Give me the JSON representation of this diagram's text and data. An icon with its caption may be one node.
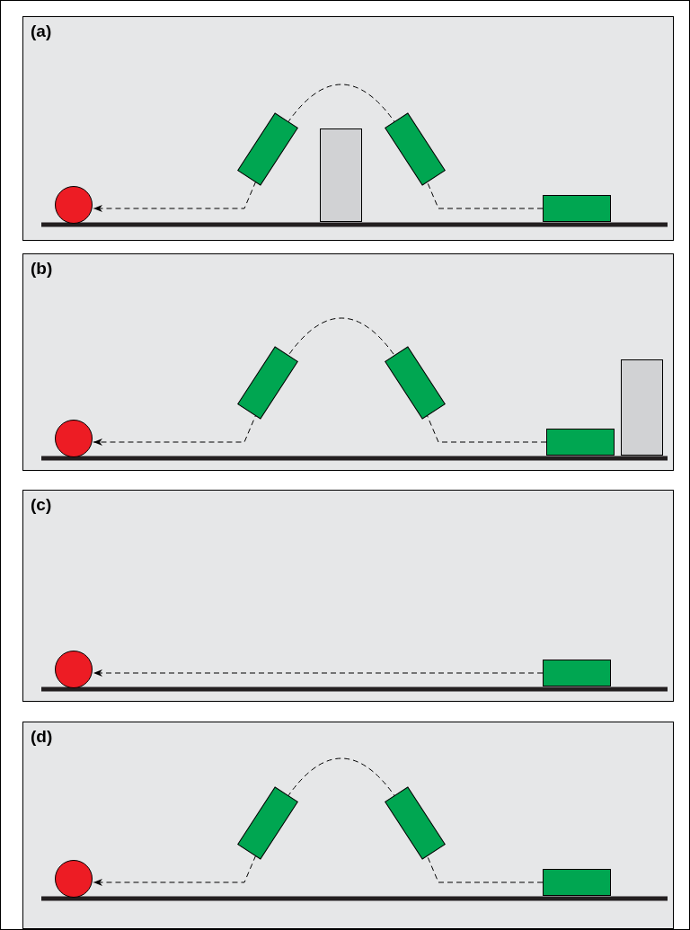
{
  "diagram": {
    "nodes": [
      {
        "text": [
          "(a)"
        ]
      },
      {
        "text": [],
        "shape": "circle",
        "in": 0
      },
      {
        "text": [],
        "shape": "bar",
        "in": 0
      },
      {
        "text": [],
        "shape": "box",
        "in": 0
      },
      {
        "text": [
          "(b)"
        ]
      },
      {
        "text": [],
        "shape": "circle",
        "in": 4
      },
      {
        "text": [],
        "shape": "box",
        "in": 4
      },
      {
        "text": [],
        "shape": "bar",
        "in": 4
      },
      {
        "text": [
          "(c)"
        ]
      },
      {
        "text": [],
        "shape": "circle",
        "in": 8
      },
      {
        "text": [],
        "shape": "box",
        "in": 8
      },
      {
        "text": [
          "(d)"
        ]
      },
      {
        "text": [],
        "shape": "circle",
        "in": 11
      },
      {
        "text": [],
        "shape": "box",
        "in": 11
      }
    ],
    "edges": [
      {
        "from": 3,
        "to": 1,
        "arrow": "to",
        "style": "dashed"
      },
      {
        "from": 6,
        "to": 5,
        "arrow": "to",
        "style": "dashed"
      },
      {
        "from": 10,
        "to": 9,
        "arrow": "to",
        "style": "dashed"
      },
      {
        "from": 13,
        "to": 12,
        "arrow": "to",
        "style": "dashed"
      }
    ]
  }
}
